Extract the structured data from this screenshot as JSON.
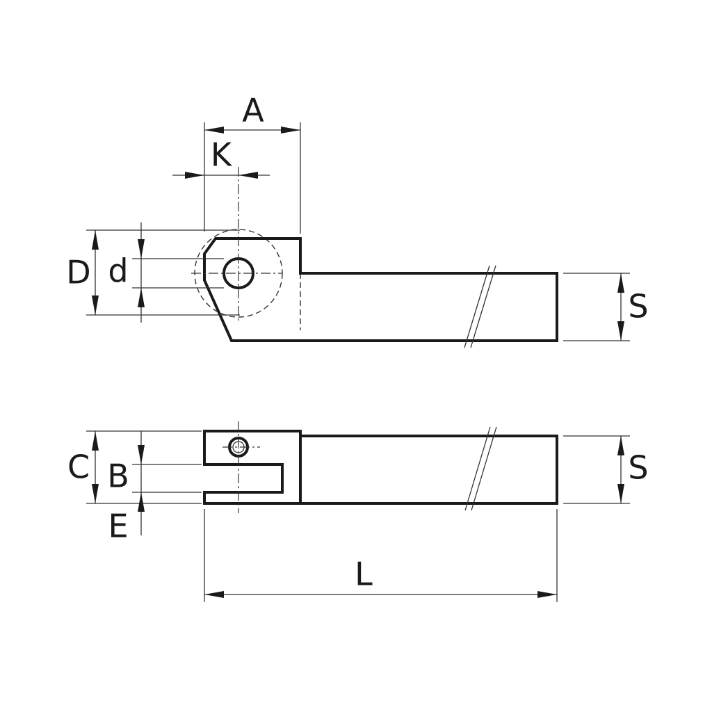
{
  "labels": {
    "A": "A",
    "K": "K",
    "D": "D",
    "d": "d",
    "S_top": "S",
    "C": "C",
    "B": "B",
    "E": "E",
    "S_bottom": "S",
    "L": "L"
  },
  "colors": {
    "line": "#1a1a1a",
    "background": "#ffffff"
  }
}
